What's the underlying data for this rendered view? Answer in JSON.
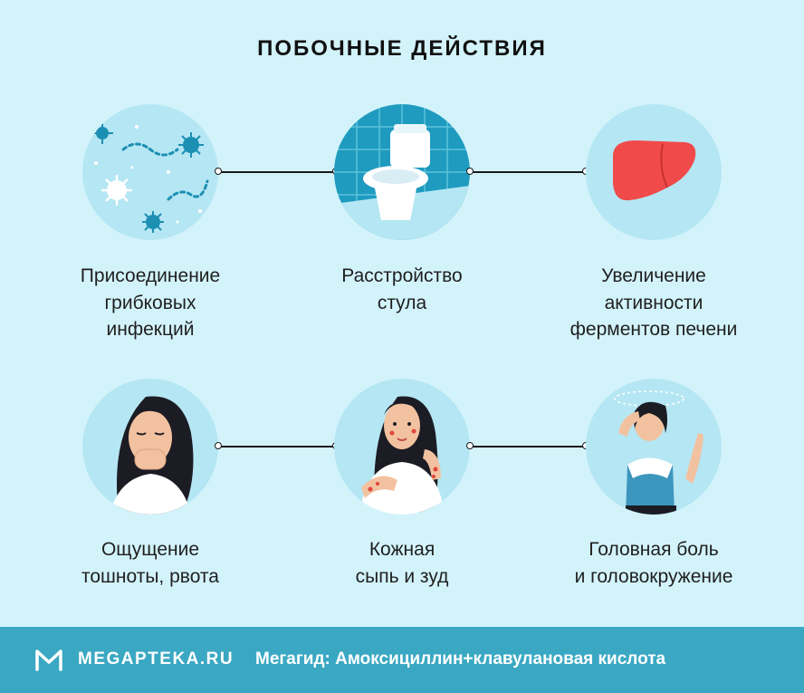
{
  "title": "ПОБОЧНЫЕ ДЕЙСТВИЯ",
  "items": [
    {
      "label": "Присоединение\nгрибковых\nинфекций",
      "icon": "microbes-icon"
    },
    {
      "label": "Расстройство\nстула",
      "icon": "toilet-icon"
    },
    {
      "label": "Увеличение\nактивности\nферментов печени",
      "icon": "liver-icon"
    },
    {
      "label": "Ощущение\nтошноты, рвота",
      "icon": "nausea-woman-icon"
    },
    {
      "label": "Кожная\nсыпь и зуд",
      "icon": "itching-woman-icon"
    },
    {
      "label": "Головная боль\nи головокружение",
      "icon": "dizzy-woman-icon"
    }
  ],
  "footer": {
    "brand": "MEGAPTEKA.RU",
    "tagline": "Мегагид: Амоксициллин+клавулановая кислота"
  },
  "colors": {
    "background": "#d3f3fb",
    "circle": "#b5e6f3",
    "footer": "#3aa8c3",
    "accent": "#0f8fb0",
    "liver": "#f04a4a"
  }
}
